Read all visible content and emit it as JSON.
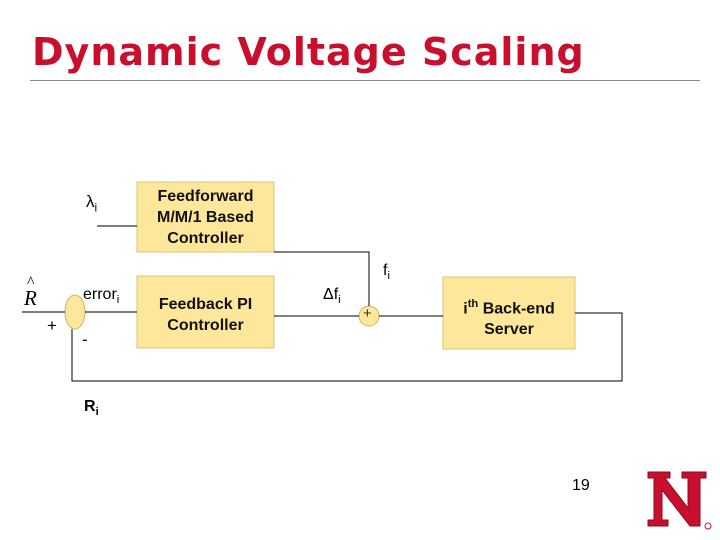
{
  "slide": {
    "title": "Dynamic Voltage Scaling",
    "page_number": "19"
  },
  "diagram": {
    "feedforward_box": {
      "line1": "Feedforward",
      "line2": "M/M/1 Based",
      "line3": "Controller"
    },
    "feedback_box": {
      "line1": "Feedback  PI",
      "line2": "Controller"
    },
    "server_box": {
      "prefix": "i",
      "prefix_sup": "th",
      "line1_rest": " Back-end",
      "line2": "Server"
    },
    "labels": {
      "lambda_symbol": "λ",
      "lambda_sub": "i",
      "r_hat": "R",
      "r_hat_accent": "^",
      "error": "error",
      "error_sub": "i",
      "plus_left": "+",
      "minus_left": "-",
      "delta_f": "Δf",
      "delta_f_sub": "i",
      "f": "f",
      "f_sub": "i",
      "sum_plus": "+",
      "r_feedback": "R",
      "r_feedback_sub": "i"
    }
  },
  "colors": {
    "title": "#c8102e",
    "box_fill": "#fde79a",
    "box_stroke": "#d8c47a",
    "junction_fill": "#fde79a",
    "logo_red": "#c8102e"
  },
  "icons": {
    "logo": "nebraska-n-logo"
  }
}
